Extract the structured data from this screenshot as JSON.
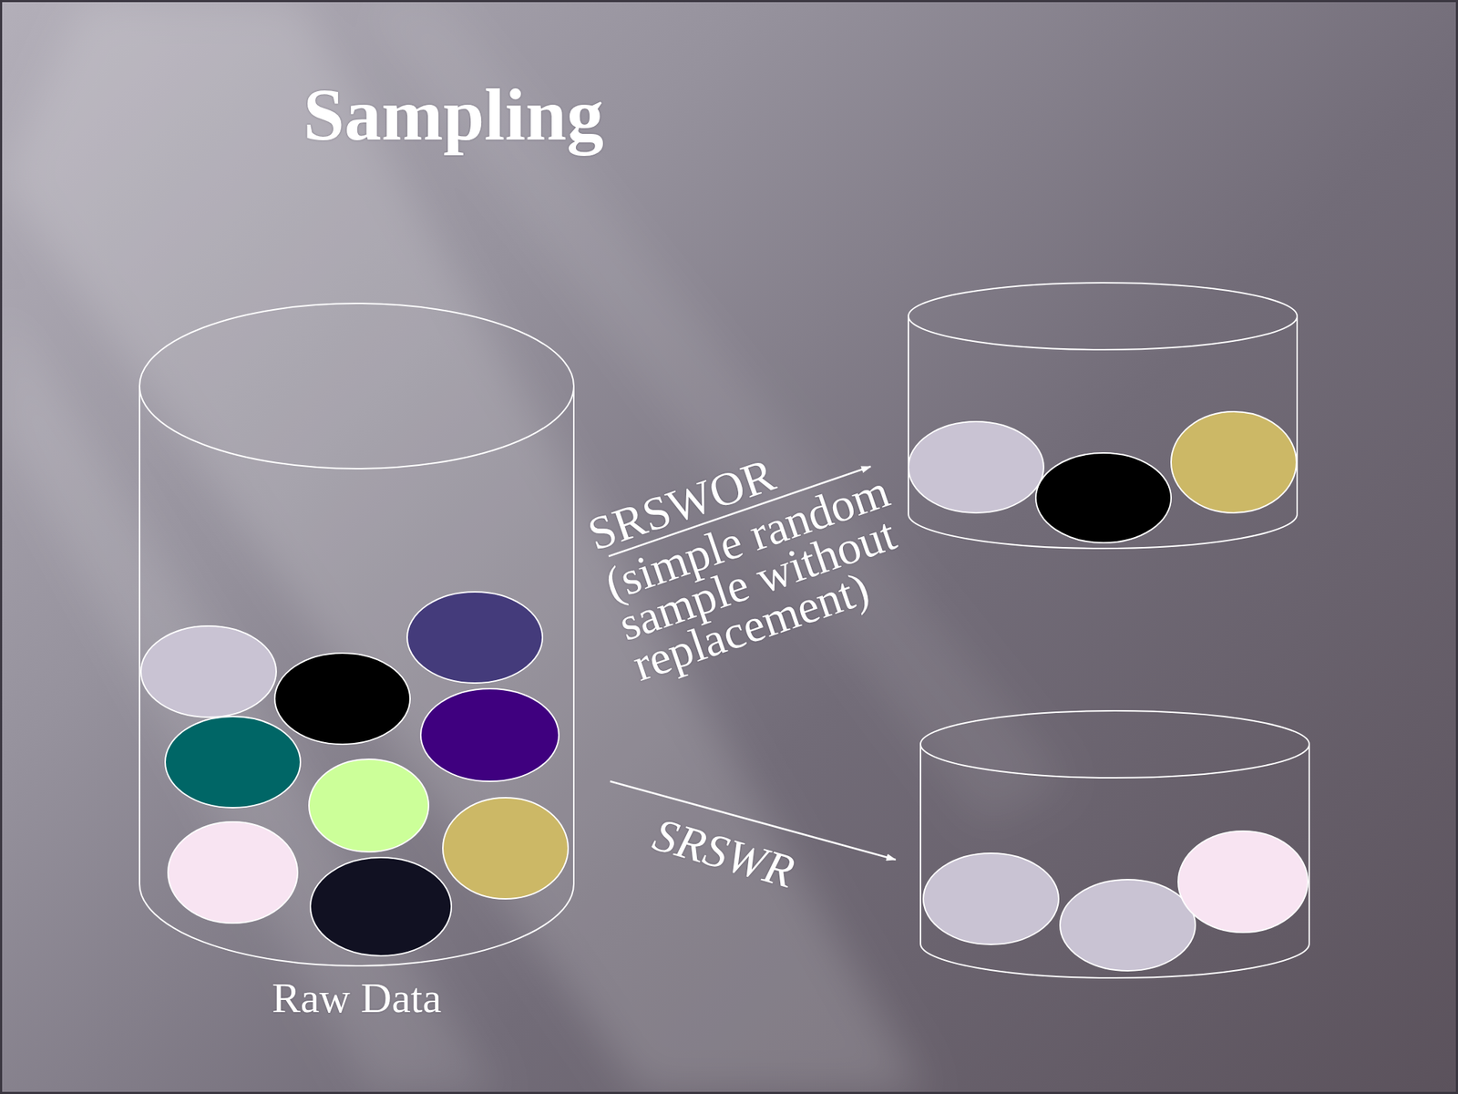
{
  "diagram": {
    "title": "Sampling",
    "nodes": [
      {
        "text": [
          "Raw Data"
        ]
      }
    ],
    "labels": [
      "SRSWOR",
      "(simple random sample without replacement)",
      "SRSWR"
    ]
  }
}
